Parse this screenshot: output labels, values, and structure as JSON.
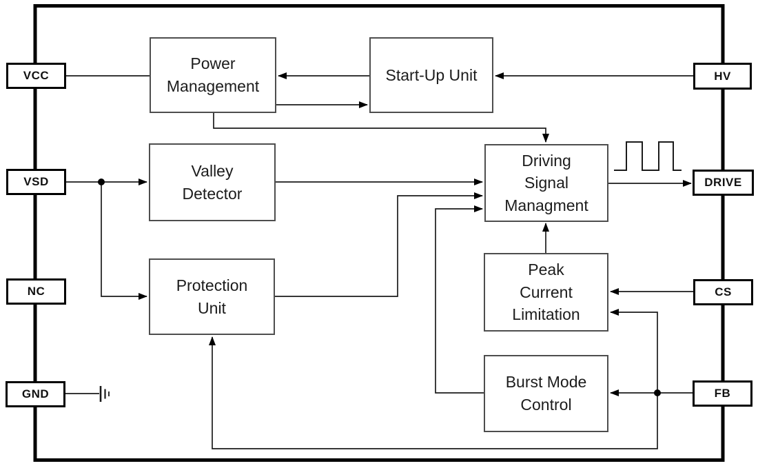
{
  "diagram": {
    "type": "ic-functional-block-diagram",
    "colors": {
      "background": "#ffffff",
      "wire": "#1a1a1a",
      "block_border": "#4d4d4d",
      "chip_outline": "#000000"
    },
    "blocks": [
      {
        "id": "power-management",
        "label": "Power\nManagement"
      },
      {
        "id": "start-up-unit",
        "label": "Start-Up Unit"
      },
      {
        "id": "valley-detector",
        "label": "Valley\nDetector"
      },
      {
        "id": "driving-signal-managment",
        "label": "Driving\nSignal\nManagment"
      },
      {
        "id": "protection-unit",
        "label": "Protection\nUnit"
      },
      {
        "id": "peak-current-limitation",
        "label": "Peak\nCurrent\nLimitation"
      },
      {
        "id": "burst-mode-control",
        "label": "Burst Mode\nControl"
      }
    ],
    "pins_left": [
      {
        "label": "VCC"
      },
      {
        "label": "VSD"
      },
      {
        "label": "NC"
      },
      {
        "label": "GND"
      }
    ],
    "pins_right": [
      {
        "label": "HV"
      },
      {
        "label": "DRIVE"
      },
      {
        "label": "CS"
      },
      {
        "label": "FB"
      }
    ],
    "icons": [
      {
        "name": "pulse-waveform-icon",
        "meaning": "gate drive pulse output"
      },
      {
        "name": "ground-icon",
        "meaning": "earth ground on GND pin"
      }
    ]
  }
}
